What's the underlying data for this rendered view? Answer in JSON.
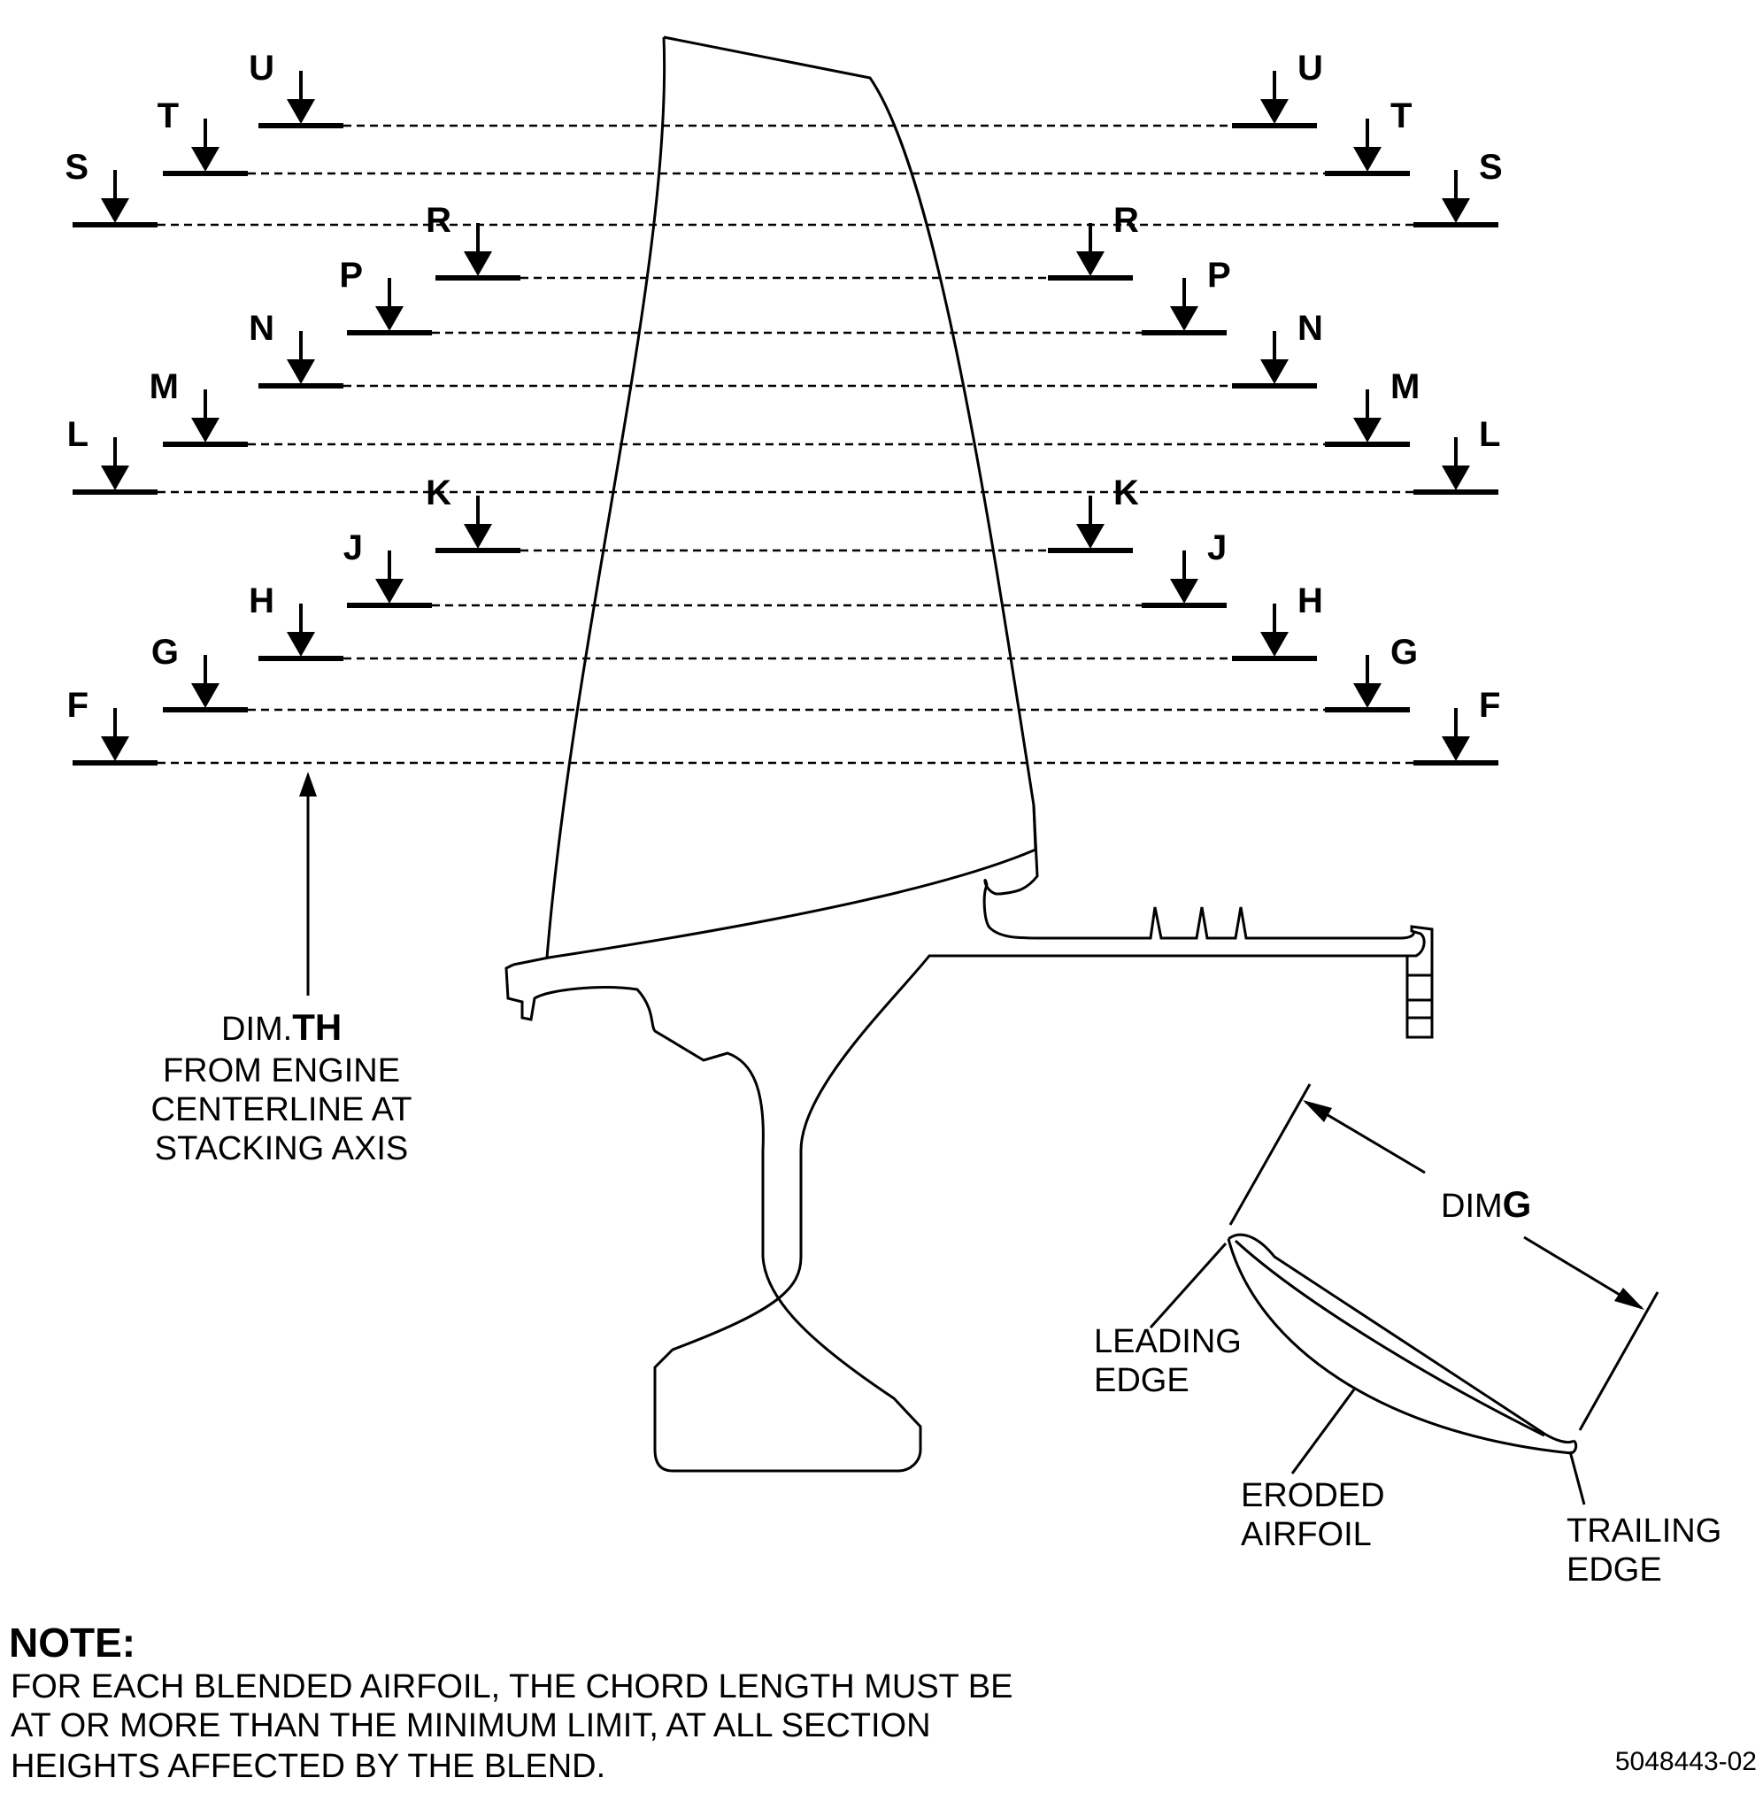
{
  "section_labels": [
    "F",
    "G",
    "H",
    "J",
    "K",
    "L",
    "M",
    "N",
    "P",
    "R",
    "S",
    "T",
    "U"
  ],
  "dim_th": {
    "prefix": "DIM.",
    "value": "TH",
    "lines": [
      "FROM ENGINE",
      "CENTERLINE AT",
      "STACKING AXIS"
    ]
  },
  "dim_g": {
    "prefix": "DIM",
    "value": "G"
  },
  "callouts": {
    "leading_edge": [
      "LEADING",
      "EDGE"
    ],
    "eroded_airfoil": [
      "ERODED",
      "AIRFOIL"
    ],
    "trailing_edge": [
      "TRAILING",
      "EDGE"
    ]
  },
  "note": {
    "title": "NOTE:",
    "lines": [
      "FOR EACH BLENDED AIRFOIL, THE CHORD LENGTH MUST BE",
      "AT OR MORE THAN THE MINIMUM LIMIT, AT ALL SECTION",
      "HEIGHTS AFFECTED BY THE BLEND."
    ]
  },
  "figure_number": "5048443-02"
}
